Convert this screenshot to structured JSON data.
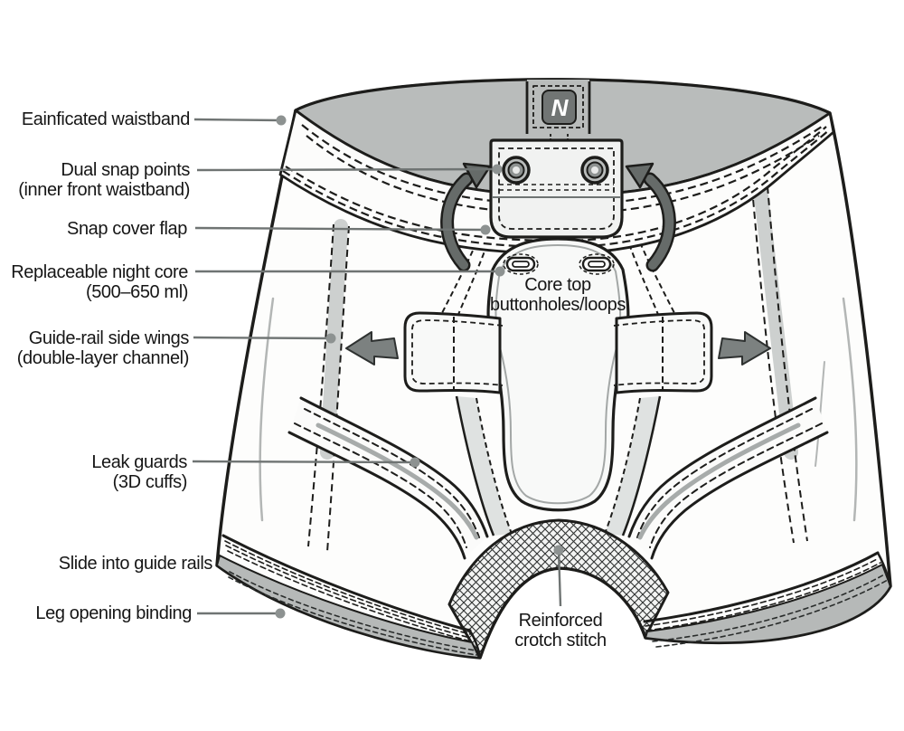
{
  "labels": {
    "waistband": {
      "line1": "Eainficated waistband"
    },
    "dual_snap": {
      "line1": "Dual snap points",
      "line2": "(inner front waistband)"
    },
    "snap_flap": {
      "line1": "Snap cover flap"
    },
    "night_core": {
      "line1": "Replaceable night core",
      "line2": "(500–650 ml)"
    },
    "side_wings": {
      "line1": "Guide-rail side wings",
      "line2": "(double-layer channel)"
    },
    "leak_guards": {
      "line1": "Leak guards",
      "line2": "(3D cuffs)"
    },
    "slide_rails": {
      "line1": "Slide into guide rails"
    },
    "leg_binding": {
      "line1": "Leg opening binding"
    },
    "core_top": {
      "line1": "Core top",
      "line2": "buttonholes/loops"
    },
    "crotch": {
      "line1": "Reinforced",
      "line2": "crotch stitch"
    }
  },
  "logo": {
    "letter": "N"
  },
  "colors": {
    "line": "#1d1d1b",
    "waistband_gray": "#b9bcbb",
    "leg_opening_gray": "#b6b9b8",
    "guide_rail_gray": "#cdd0cf",
    "arrow_gray": "#7c8180",
    "flip_arrow_gray": "#666b69",
    "leader_line": "#6f7473",
    "leader_dot": "#8d9291",
    "logo_bg": "#717574",
    "background": "#ffffff"
  }
}
